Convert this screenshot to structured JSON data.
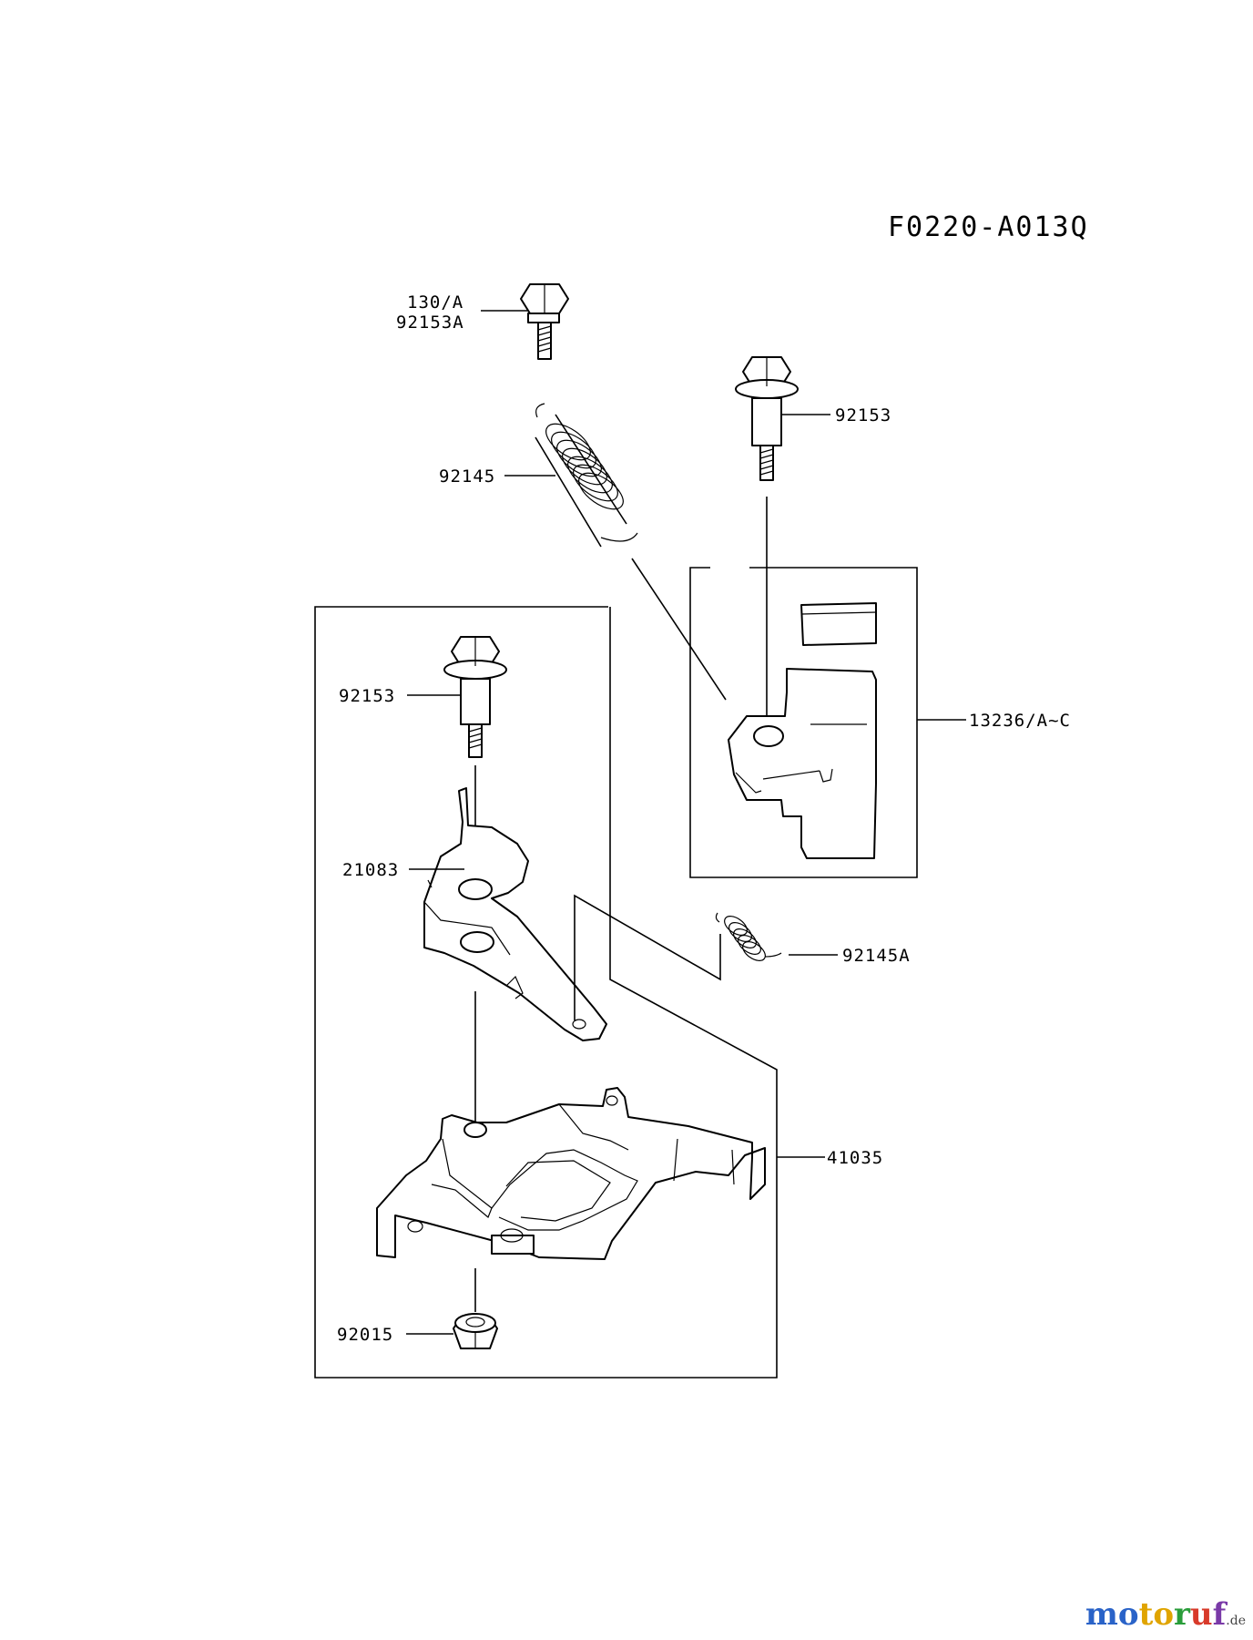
{
  "diagram": {
    "code": "F0220-A013Q",
    "parts": {
      "bolt_top_left_line1": "130/A",
      "bolt_top_left_line2": "92153A",
      "bolt_top_right": "92153",
      "spring_large": "92145",
      "plate_assembly": "13236/A~C",
      "bolt_lower": "92153",
      "lever": "21083",
      "spring_small": "92145A",
      "bracket": "41035",
      "nut": "92015"
    }
  },
  "watermark": {
    "text": "motoruf",
    "suffix": ".de",
    "colors": [
      "#2a63c8",
      "#2a63c8",
      "#e0a400",
      "#e0a400",
      "#2a9d3a",
      "#d83a2a",
      "#7a3aa8"
    ]
  }
}
